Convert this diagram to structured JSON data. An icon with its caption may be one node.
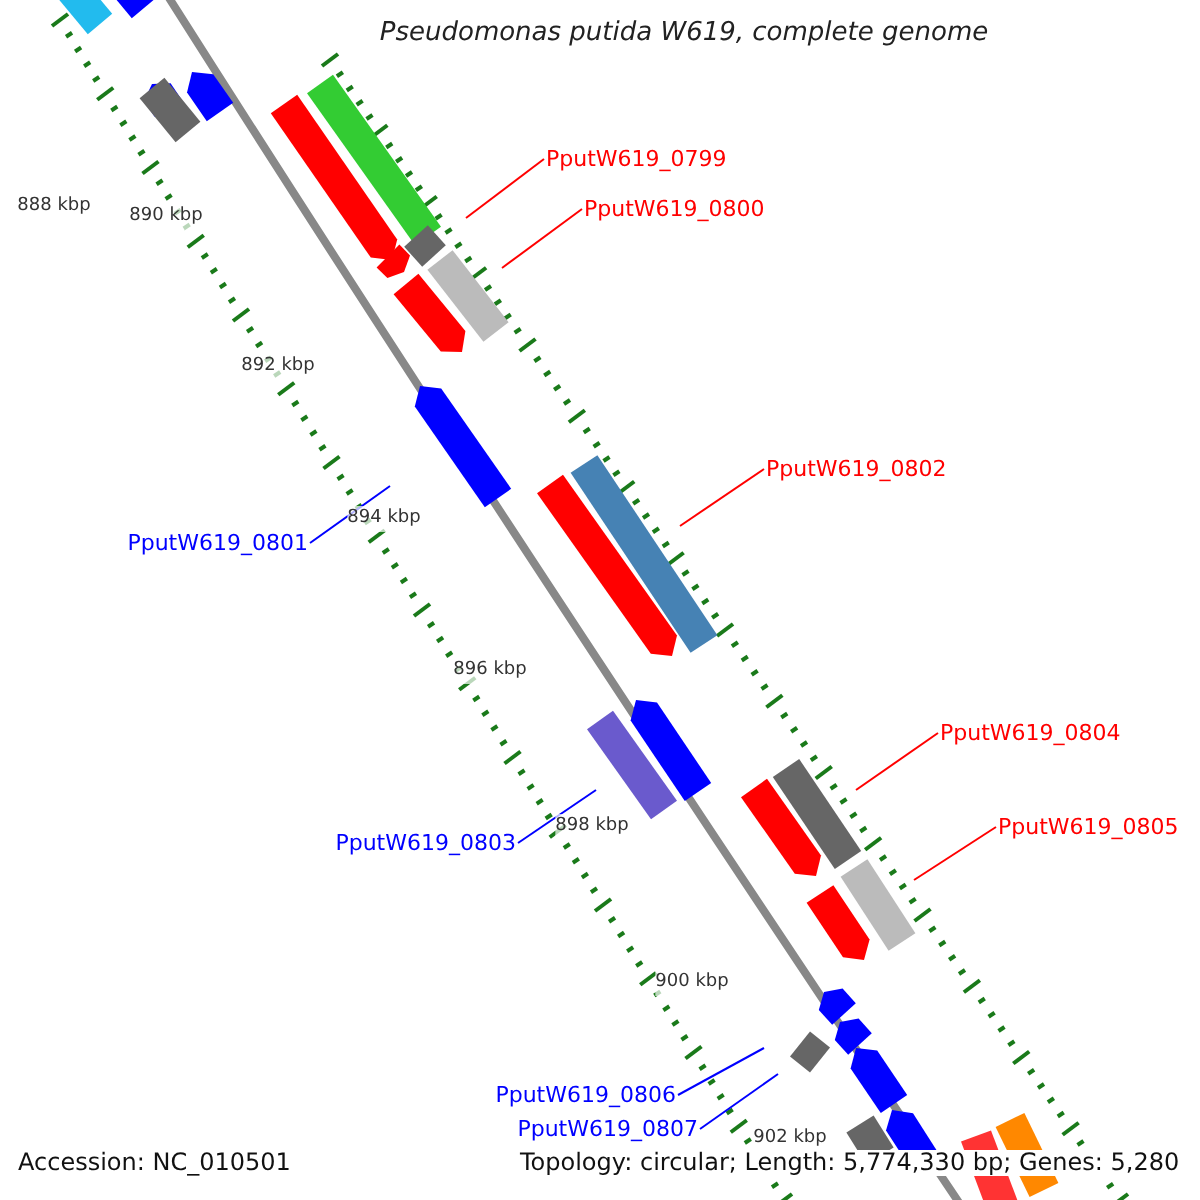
{
  "diagram": {
    "title": "Pseudomonas putida W619, complete genome",
    "nodes": [
      {
        "text": [
          "PputW619_0799"
        ]
      },
      {
        "text": [
          "PputW619_0800"
        ]
      },
      {
        "text": [
          "PputW619_0801"
        ]
      },
      {
        "text": [
          "PputW619_0802"
        ]
      },
      {
        "text": [
          "PputW619_0804"
        ]
      },
      {
        "text": [
          "PputW619_0803"
        ]
      },
      {
        "text": [
          "PputW619_0805"
        ]
      },
      {
        "text": [
          "PputW619_0806"
        ]
      },
      {
        "text": [
          "PputW619_0807"
        ]
      }
    ],
    "edges": [
      {
        "from": 0,
        "to": null,
        "arrow": "none",
        "color": "#ff0000"
      },
      {
        "from": 1,
        "to": null,
        "arrow": "none",
        "color": "#ff0000"
      },
      {
        "from": 2,
        "to": null,
        "arrow": "none",
        "color": "#0000ff"
      },
      {
        "from": 3,
        "to": null,
        "arrow": "none",
        "color": "#ff0000"
      },
      {
        "from": 4,
        "to": null,
        "arrow": "none",
        "color": "#ff0000"
      },
      {
        "from": 5,
        "to": null,
        "arrow": "none",
        "color": "#0000ff"
      },
      {
        "from": 6,
        "to": null,
        "arrow": "none",
        "color": "#ff0000"
      },
      {
        "from": 7,
        "to": null,
        "arrow": "none",
        "color": "#0000ff"
      },
      {
        "from": 8,
        "to": null,
        "arrow": "none",
        "color": "#0000ff"
      }
    ],
    "labels": [
      "888 kbp",
      "890 kbp",
      "892 kbp",
      "894 kbp",
      "896 kbp",
      "898 kbp",
      "900 kbp",
      "902 kbp",
      "Accession: NC_010501",
      "Topology: circular; Length: 5,774,330 bp; Genes: 5,280"
    ]
  }
}
